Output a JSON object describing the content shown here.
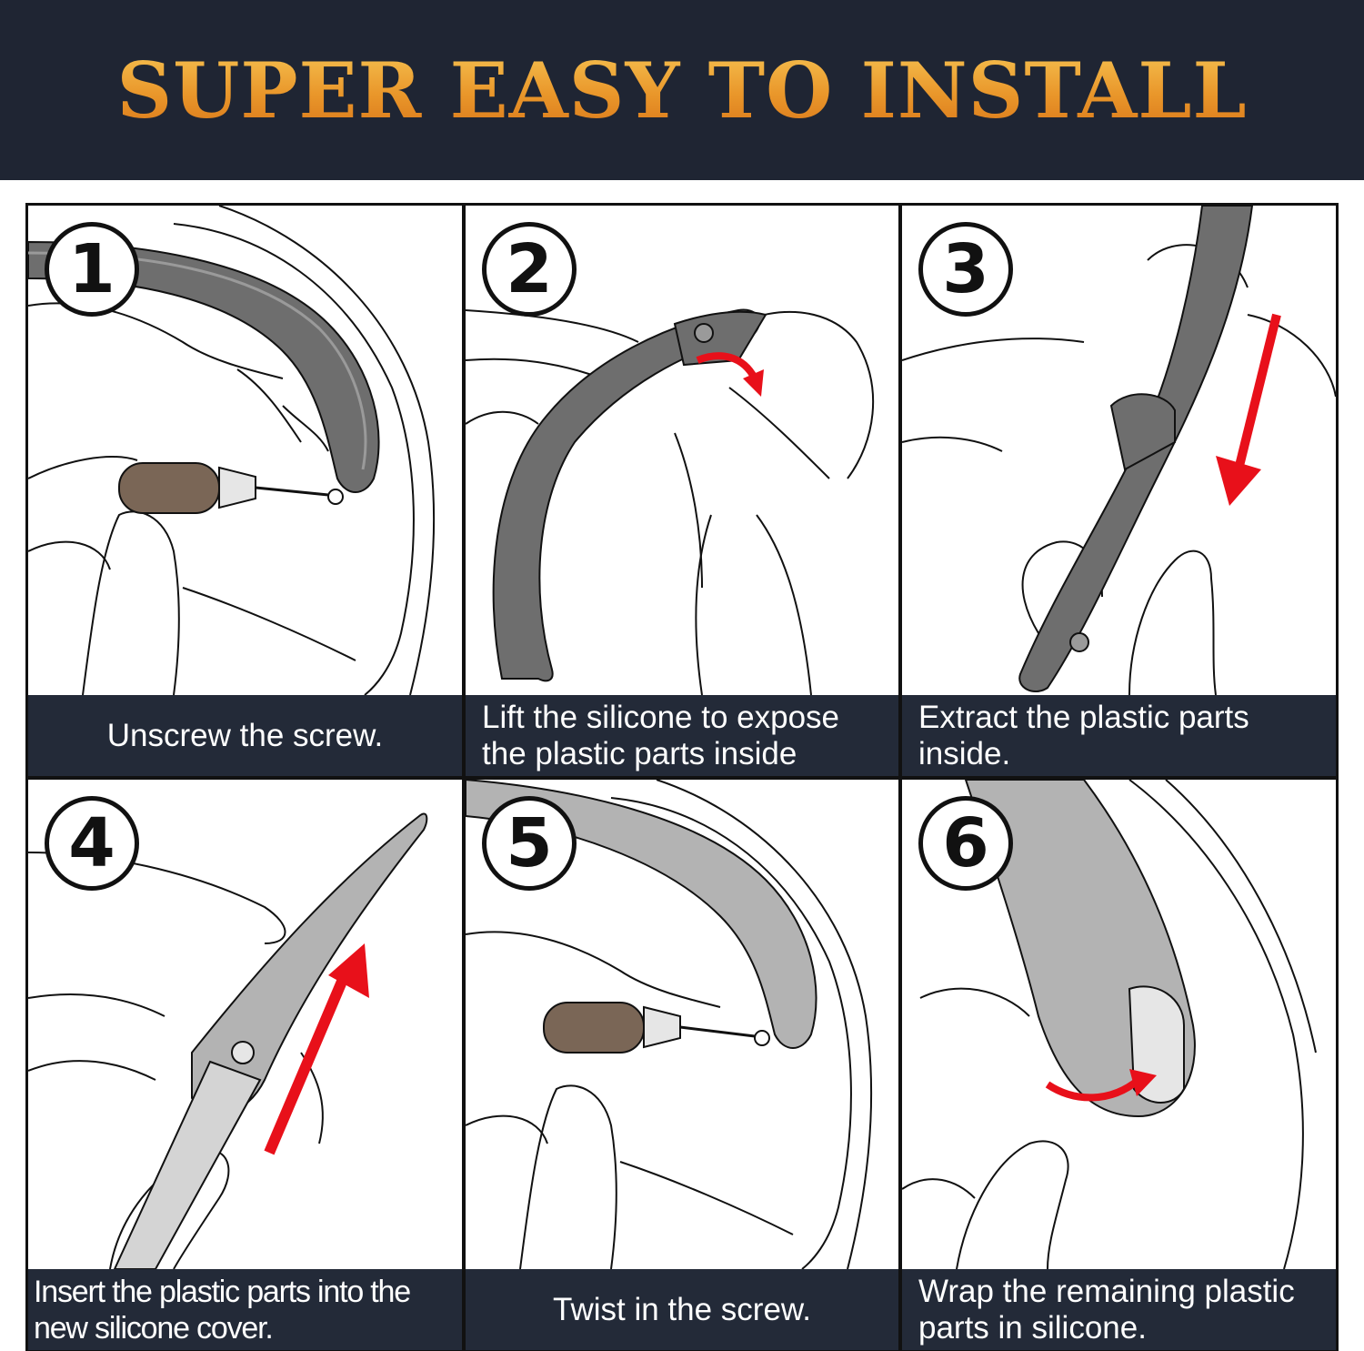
{
  "header": {
    "title": "SUPER EASY TO INSTALL"
  },
  "steps": [
    {
      "number": "1",
      "caption": "Unscrew the screw."
    },
    {
      "number": "2",
      "caption": "Lift the silicone to expose the plastic parts inside"
    },
    {
      "number": "3",
      "caption": "Extract the plastic parts inside."
    },
    {
      "number": "4",
      "caption": "Insert the plastic parts into the new silicone cover."
    },
    {
      "number": "5",
      "caption": "Twist in the screw."
    },
    {
      "number": "6",
      "caption": "Wrap the remaining plastic parts in silicone."
    }
  ],
  "colors": {
    "banner_bg": "#1f2533",
    "title_gold": "#f0a93a",
    "caption_bg": "#232a38",
    "band_gray": "#6e6e6e",
    "arrow_red": "#e8101a",
    "screwdriver_handle": "#7a6656"
  },
  "icons": [
    "arrow-down-red",
    "arrow-up-red",
    "curved-arrow-red",
    "screwdriver-icon"
  ]
}
